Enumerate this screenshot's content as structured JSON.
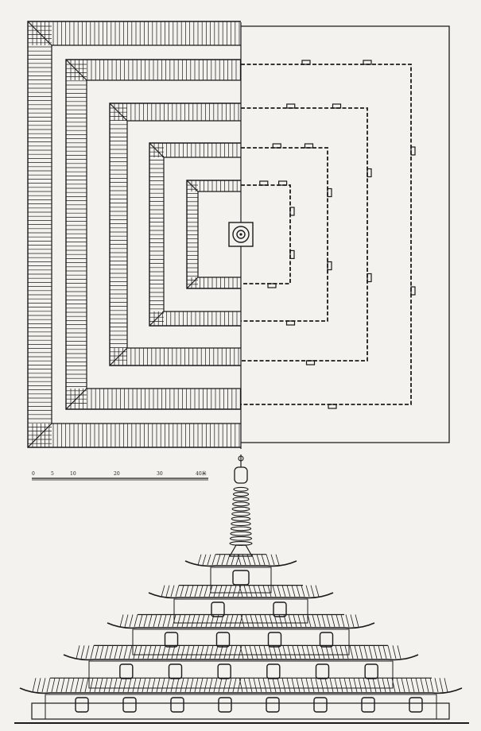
{
  "scale_bar": {
    "ticks": [
      "0",
      "5",
      "10",
      "20",
      "30",
      "40米"
    ]
  },
  "plan": {
    "tiers": 5
  },
  "elevation": {
    "roof_tiers": 5
  },
  "colors": {
    "paper": "#f4f2ee",
    "ink": "#1b1b1b"
  }
}
